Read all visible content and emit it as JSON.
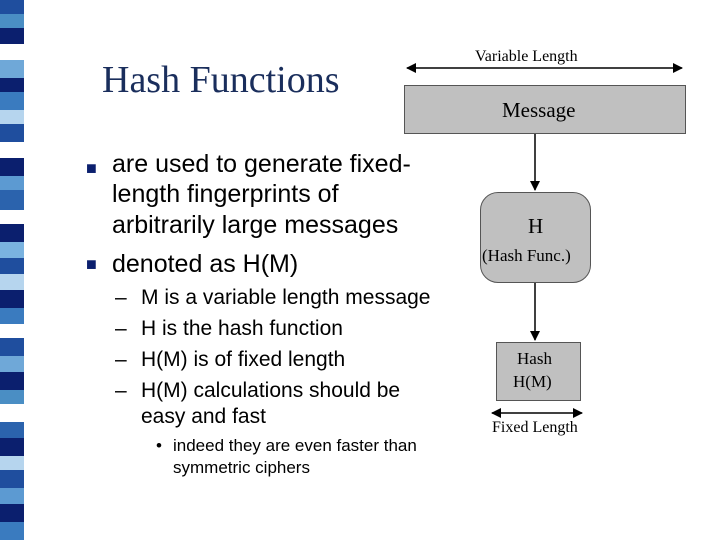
{
  "slide": {
    "title": "Hash Functions",
    "bullets": [
      {
        "lines": [
          "are used to generate fixed-",
          "length fingerprints of",
          "arbitrarily large messages"
        ]
      },
      {
        "lines": [
          "denoted as H(M)"
        ]
      }
    ],
    "sub_bullets": [
      "M is a variable length message",
      "H is the hash function",
      "H(M) is of fixed length",
      "H(M) calculations should be",
      "easy and fast"
    ],
    "sub_sub_bullet": [
      "indeed they are even faster than",
      "symmetric ciphers"
    ],
    "dash_glyph": "–",
    "dot_glyph": "•"
  },
  "diagram": {
    "top_label": "Variable Length",
    "message_label": "Message",
    "hash_func_label": "H",
    "hash_func_sub": "(Hash Func.)",
    "hash_label": "Hash",
    "hash_sub": "H(M)",
    "bottom_label": "Fixed Length"
  },
  "colors": {
    "title": "#1a2e5c",
    "box_fill": "#c0c0c0",
    "bullet_square": "#0b1f6e"
  }
}
